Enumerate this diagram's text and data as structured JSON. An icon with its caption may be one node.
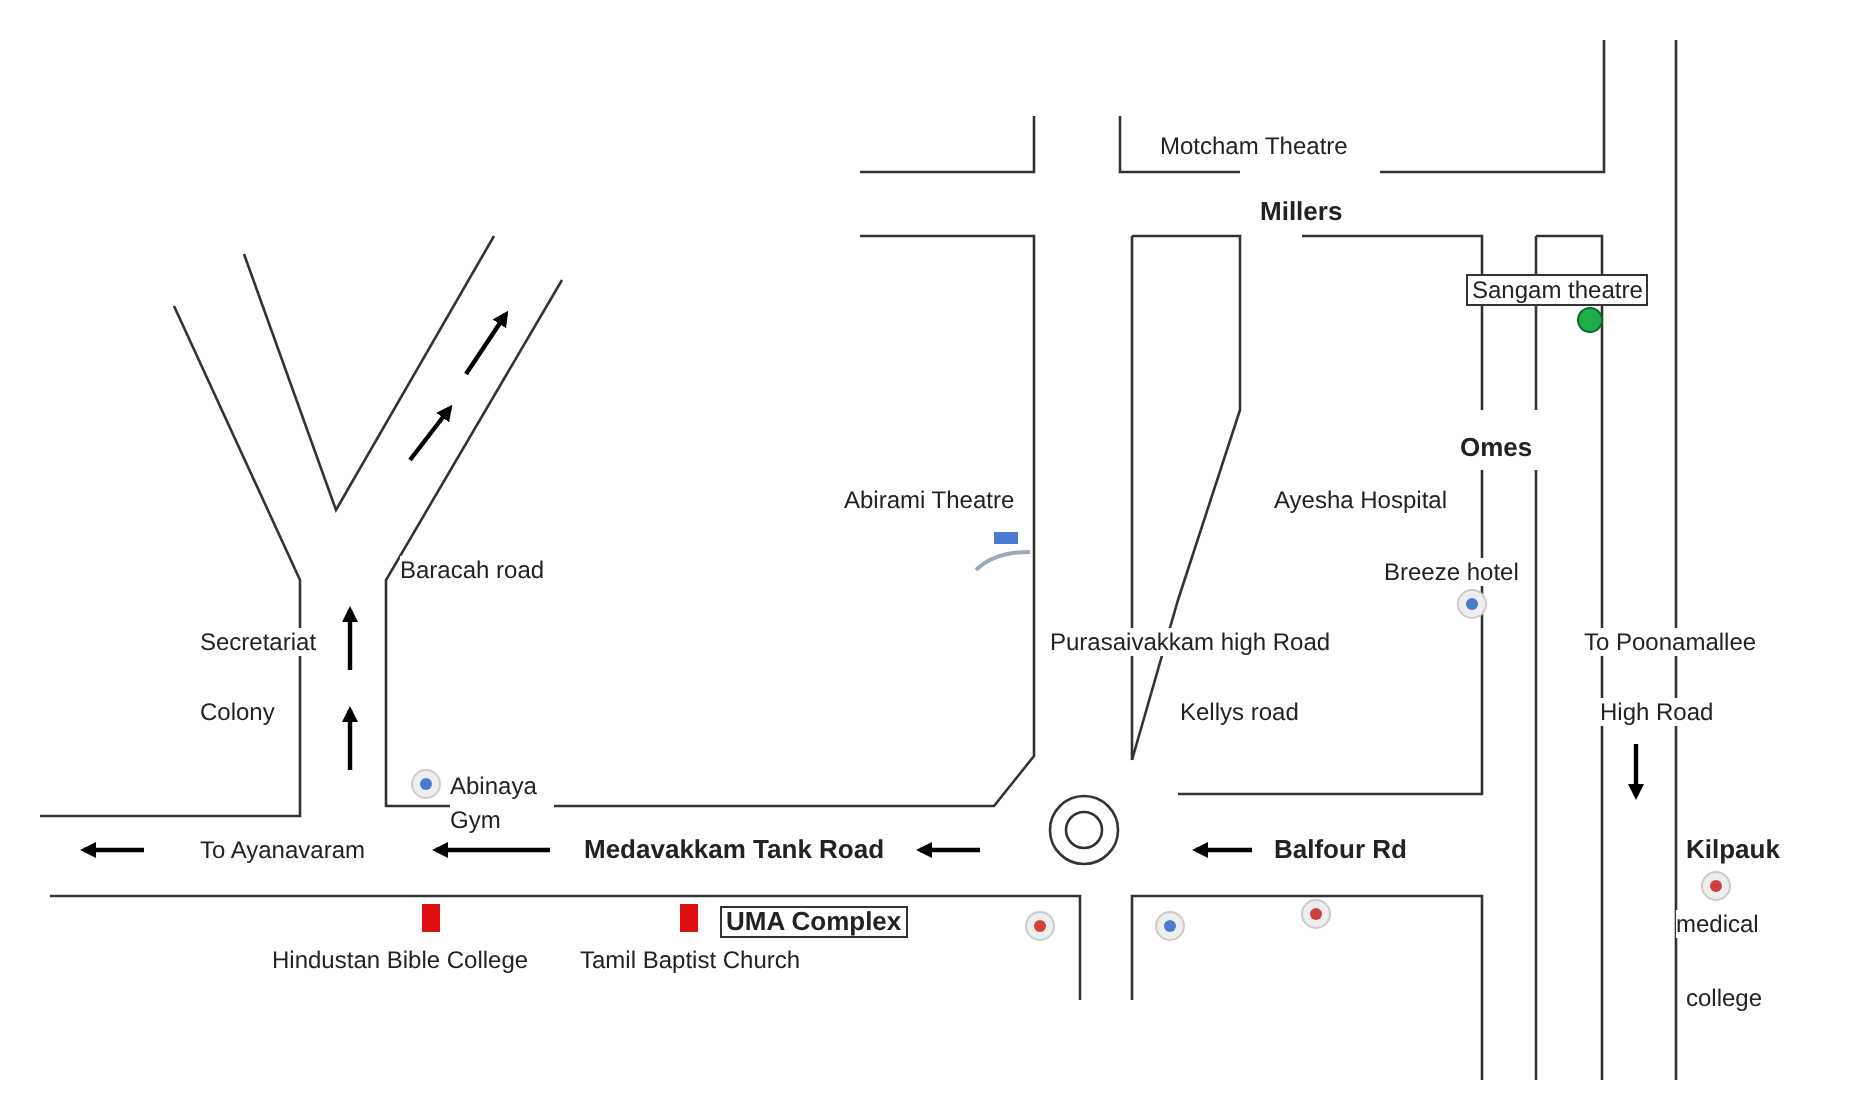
{
  "diagram": {
    "labels": [
      "Motcham Theatre",
      "Millers",
      "Sangam theatre",
      "Abirami Theatre",
      "Ayesha Hospital",
      "Omes",
      "Baracah road",
      "Breeze hotel",
      "Secretariat",
      "Purasaivakkam high Road",
      "To Poonamallee",
      "Colony",
      "Kellys road",
      "High Road",
      "Abinaya Gym",
      "To Ayanavaram",
      "Medavakkam Tank Road",
      "Balfour Rd",
      "Kilpauk",
      "UMA Complex",
      "medical",
      "Hindustan Bible College",
      "Tamil Baptist Church",
      "college"
    ]
  }
}
